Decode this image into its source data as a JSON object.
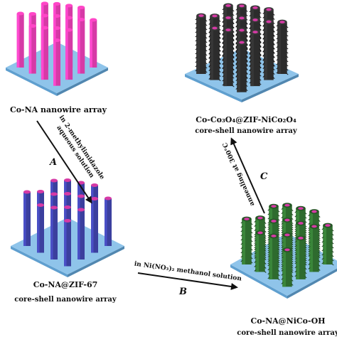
{
  "colors": {
    "substrate": "#8fc4ea",
    "substrate_edge": "#5f9fcf",
    "co_na": "#d63aa6",
    "zif67": "#3b3f9e",
    "zif67_tip": "#d63aa6",
    "nico_oh": "#2e6b2e",
    "final": "#2c2c2c",
    "arrow": "#111111"
  },
  "panels": {
    "top_left": {
      "label": "Co-NA nanowire array",
      "sublabel": "",
      "material": "co_na"
    },
    "bottom_left": {
      "label": "Co-NA@ZIF-67",
      "sublabel": "core-shell nanowire array",
      "material": "zif67"
    },
    "bottom_right": {
      "label": "Co-NA@NiCo-OH",
      "sublabel": "core-shell nanowire array",
      "material": "nico_oh"
    },
    "top_right": {
      "label": "Co-Co₃O₄@ZIF-NiCo₂O₄",
      "sublabel": "core-shell nanowire array",
      "material": "final"
    }
  },
  "steps": {
    "A": {
      "letter": "A",
      "line1": "in 2-methylimidazole",
      "line2": "aqueous solution"
    },
    "B": {
      "letter": "B",
      "line1": "in Ni(NO₃)₂ methanol solution"
    },
    "C": {
      "letter": "C",
      "line1": "annealing at 300°C"
    }
  }
}
